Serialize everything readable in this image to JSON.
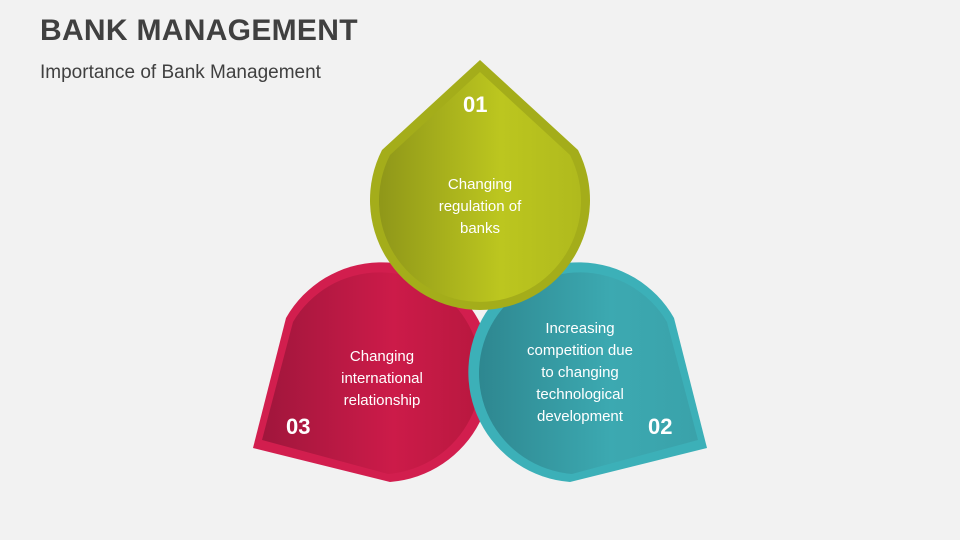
{
  "header": {
    "title": "BANK MANAGEMENT",
    "subtitle": "Importance of Bank Management"
  },
  "items": [
    {
      "number": "01",
      "text": "Changing regulation of banks",
      "color": "#b5bf1e",
      "dark": "#8f9719"
    },
    {
      "number": "02",
      "text": "Increasing competition due to changing technological development",
      "color": "#3aa8b0",
      "dark": "#2e8a91"
    },
    {
      "number": "03",
      "text": "Changing international relationship",
      "color": "#cc1b49",
      "dark": "#a0163c"
    }
  ],
  "labels": {
    "item1_line1": "Changing",
    "item1_line2": "regulation of",
    "item1_line3": "banks",
    "item2_line1": "Increasing",
    "item2_line2": "competition due",
    "item2_line3": "to changing",
    "item2_line4": "technological",
    "item2_line5": "development",
    "item3_line1": "Changing",
    "item3_line2": "international",
    "item3_line3": "relationship"
  },
  "background": "#f2f2f2"
}
